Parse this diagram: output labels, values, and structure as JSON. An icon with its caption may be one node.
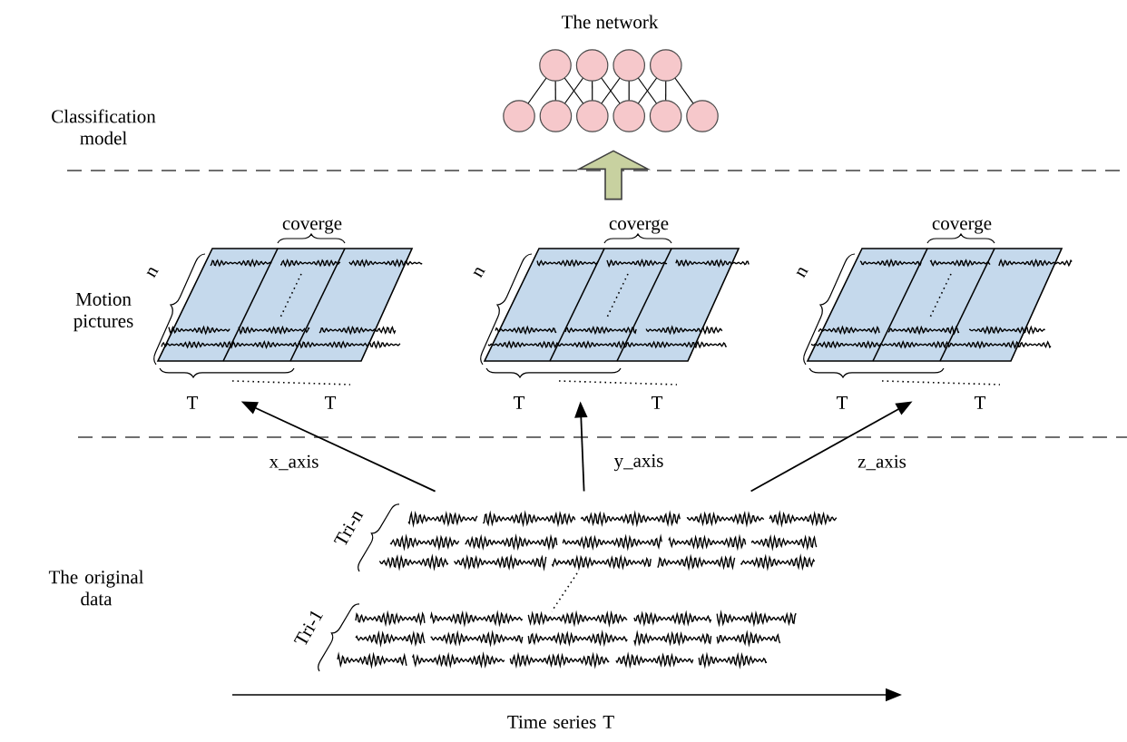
{
  "diagram": {
    "nodes": [
      {
        "text": [
          "The network"
        ]
      },
      {
        "text": [
          "coverge",
          "n",
          "T",
          "T"
        ]
      },
      {
        "text": [
          "coverge",
          "n",
          "T",
          "T"
        ]
      },
      {
        "text": [
          "coverge",
          "n",
          "T",
          "T"
        ]
      },
      {
        "text": [
          "Tri-n",
          "Tri-1"
        ]
      }
    ],
    "edges": [
      {
        "from": 4,
        "to": 1,
        "arrow": "to",
        "label": "x_axis"
      },
      {
        "from": 4,
        "to": 2,
        "arrow": "to",
        "label": "y_axis"
      },
      {
        "from": 4,
        "to": 3,
        "arrow": "to",
        "label": "z_axis"
      },
      {
        "from": 2,
        "to": 0,
        "arrow": "to",
        "style": "thick",
        "color": "#c8d1a0"
      }
    ],
    "labels": [
      "Classification model",
      "Motion pictures",
      "The original data",
      "Time series T"
    ]
  }
}
